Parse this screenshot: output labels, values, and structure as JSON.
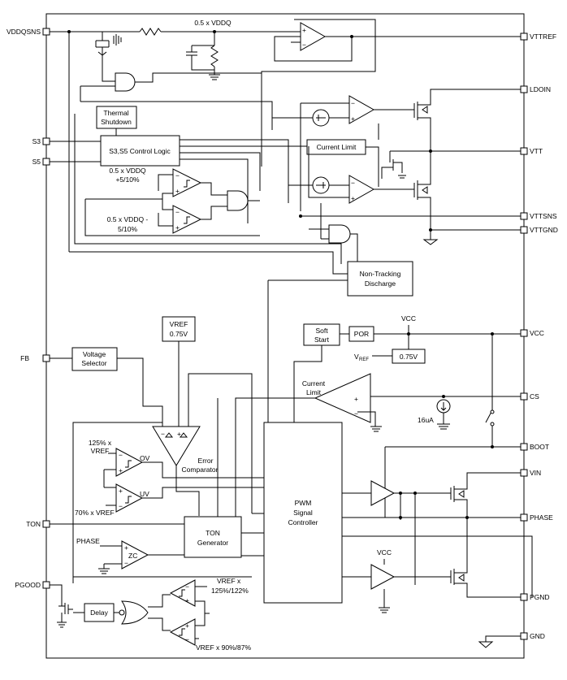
{
  "pins_left": {
    "vddqsns": "VDDQSNS",
    "s3": "S3",
    "s5": "S5",
    "fb": "FB",
    "ton": "TON",
    "pgood": "PGOOD"
  },
  "pins_right": {
    "vttref": "VTTREF",
    "ldoin": "LDOIN",
    "vtt": "VTT",
    "vttsns": "VTTSNS",
    "vttgnd": "VTTGND",
    "vcc": "VCC",
    "cs": "CS",
    "boot": "BOOT",
    "vin": "VIN",
    "phase": "PHASE",
    "pgnd": "PGND",
    "gnd": "GND"
  },
  "blocks": {
    "thermal_line1": "Thermal",
    "thermal_line2": "Shutdown",
    "control_logic": "S3,S5 Control Logic",
    "current_limit_ldo": "Current Limit",
    "non_tracking_line1": "Non-Tracking",
    "non_tracking_line2": "Discharge",
    "soft_start_line1": "Soft",
    "soft_start_line2": "Start",
    "por": "POR",
    "vref_box": "0.75V",
    "vref_top_line1": "VREF",
    "vref_top_line2": "0.75V",
    "voltage_selector_line1": "Voltage",
    "voltage_selector_line2": "Selector",
    "pwm_line1": "PWM",
    "pwm_line2": "Signal",
    "pwm_line3": "Controller",
    "ton_gen_line1": "TON",
    "ton_gen_line2": "Generator",
    "delay": "Delay"
  },
  "labels": {
    "half_vddq": "0.5 x VDDQ",
    "win_hi_line1": "0.5 x VDDQ",
    "win_hi_line2": "+5/10%",
    "win_lo_line1": "0.5 x VDDQ -",
    "win_lo_line2": "5/10%",
    "vcc_top": "VCC",
    "vref_label": "V",
    "vref_sub": "REF",
    "current_limit_pwm_line1": "Current",
    "current_limit_pwm_line2": "Limit",
    "cs_current": "16uA",
    "error_comp_line1": "Error",
    "error_comp_line2": "Comparator",
    "ov_ref_line1": "125% x",
    "ov_ref_line2": "VREF",
    "ov": "OV",
    "uv": "UV",
    "uv_ref": "70% x VREF",
    "phase_in": "PHASE",
    "zc": "ZC",
    "vcc_driver": "VCC",
    "pg_hi_line1": "VREF x",
    "pg_hi_line2": "125%/122%",
    "pg_lo": "VREF x 90%/87%",
    "plus": "+",
    "minus": "−"
  }
}
